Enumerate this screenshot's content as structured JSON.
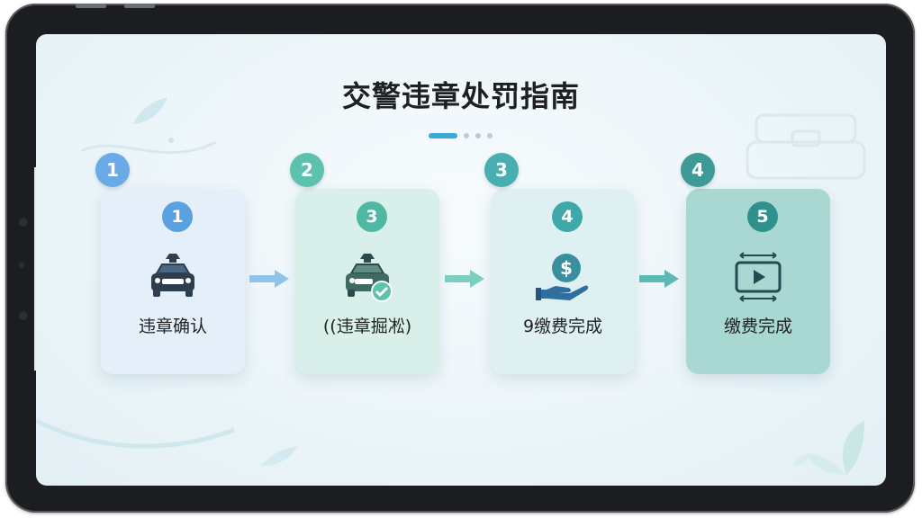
{
  "title": "交警违章处罚指南",
  "pagination": {
    "count": 4,
    "active": 0
  },
  "steps": [
    {
      "badge": "1",
      "num": "1",
      "label": "违章确认",
      "icon": "police-car-icon"
    },
    {
      "badge": "2",
      "num": "3",
      "label": "((违章掘凇)",
      "icon": "police-car-check-icon"
    },
    {
      "badge": "3",
      "num": "4",
      "label": "9缴费完成",
      "icon": "hand-dollar-icon"
    },
    {
      "badge": "4",
      "num": "5",
      "label": "缴费完成",
      "icon": "video-play-icon"
    }
  ],
  "colors": {
    "card1": "#e5eff9",
    "card2": "#d9efe9",
    "card3": "#dff0f2",
    "card4": "#a9d7d2",
    "badge1": "#6aaae6",
    "badge2": "#5cc2ad",
    "badge3": "#49aeb0",
    "badge4": "#3e9a97",
    "num1": "#5aa1e0",
    "num2": "#4fb8a3",
    "num3": "#3fa8a8",
    "num4": "#2f918e",
    "arrow1": "#8ec4ea",
    "arrow2": "#79cfc0",
    "arrow3": "#5db9b4"
  }
}
